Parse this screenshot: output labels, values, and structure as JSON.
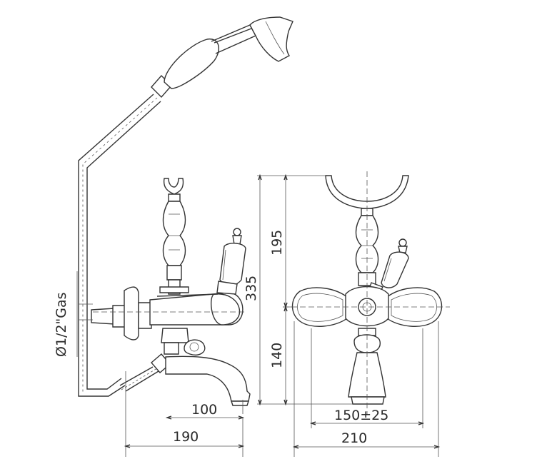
{
  "dimensions": {
    "pipe_thread": "Ø1/2\"Gas",
    "total_height": "335",
    "upper_height": "195",
    "lower_height": "140",
    "spout_reach": "100",
    "side_depth": "190",
    "center_distance": "150±25",
    "front_width": "210"
  }
}
